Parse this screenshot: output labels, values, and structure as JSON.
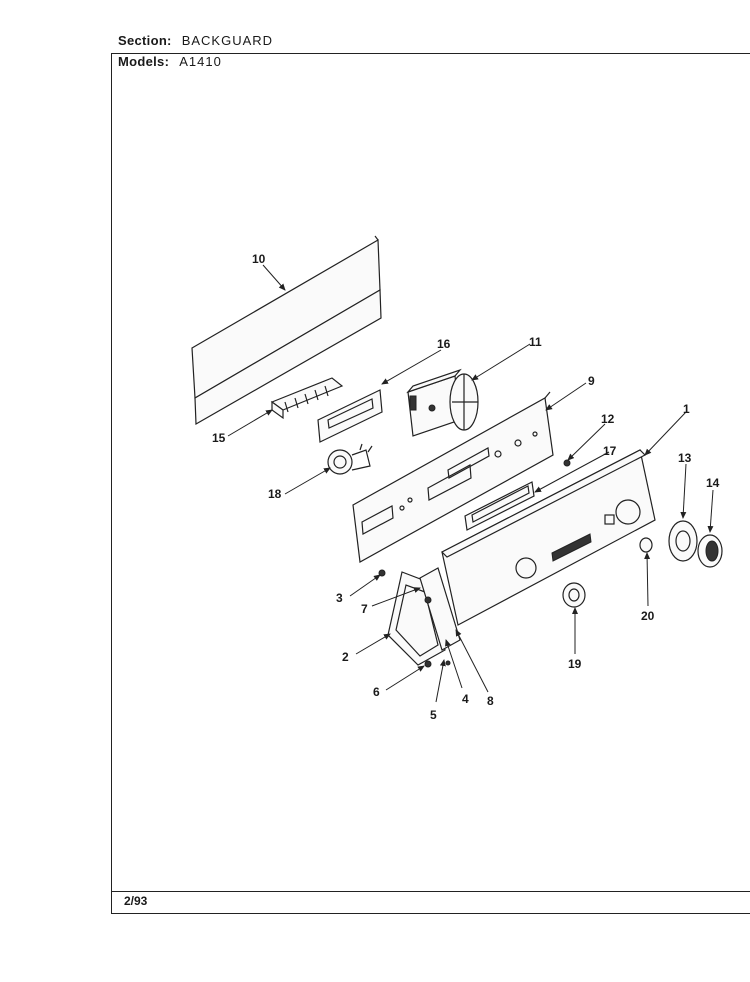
{
  "header": {
    "section_label": "Section:",
    "section_value": "BACKGUARD",
    "models_label": "Models:",
    "models_value": "A1410"
  },
  "footer": {
    "date": "2/93"
  },
  "callouts": [
    "1",
    "2",
    "3",
    "4",
    "5",
    "6",
    "7",
    "8",
    "9",
    "10",
    "11",
    "12",
    "13",
    "14",
    "15",
    "16",
    "17",
    "18",
    "19",
    "20"
  ]
}
